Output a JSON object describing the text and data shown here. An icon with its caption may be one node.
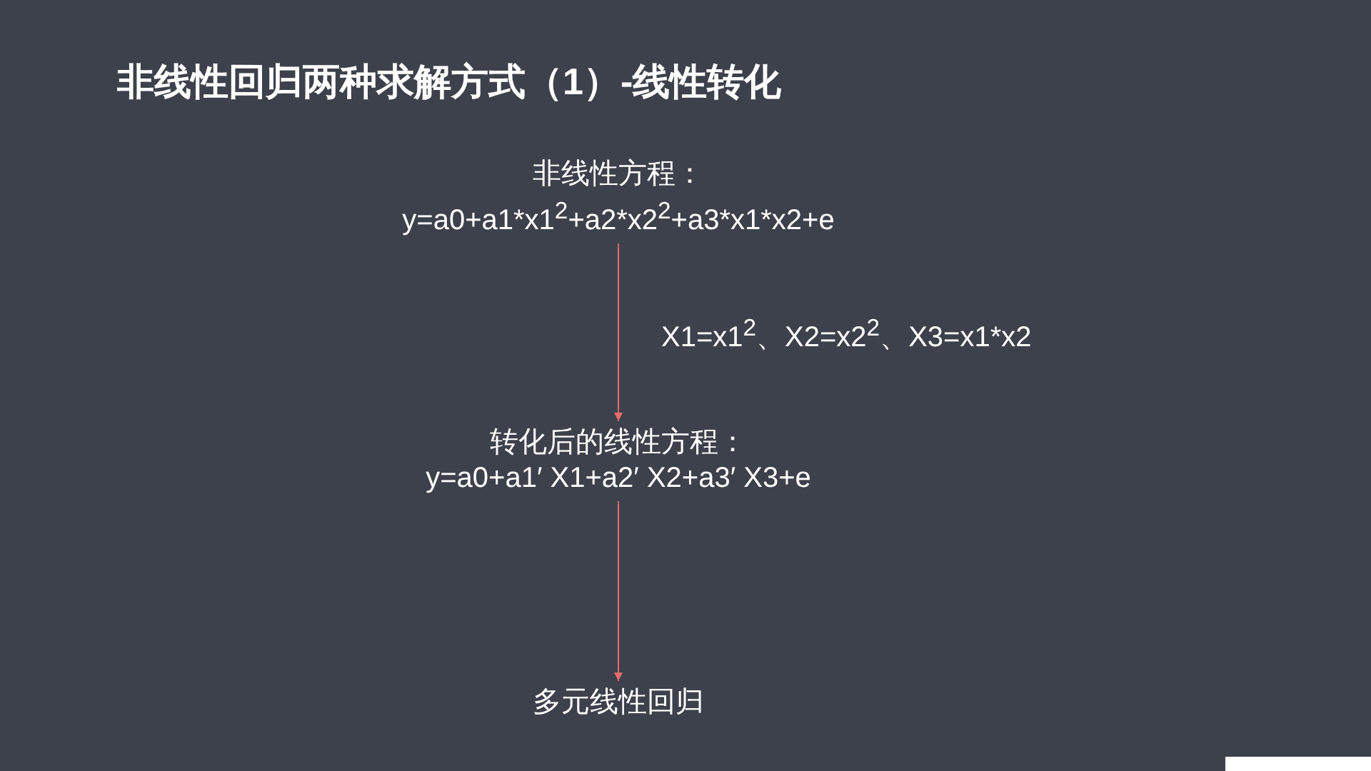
{
  "diagram": {
    "title": "非线性回归两种求解方式（1）-线性转化",
    "nodes": [
      {
        "text": [
          "非线性方程：",
          "y=a0+a1*x1$^{2}$+a2*x2$^{2}$+a3*x1*x2+e"
        ]
      },
      {
        "text": [
          "转化后的线性方程：",
          "y=a0+a1′ X1+a2′ X2+a3′ X3+e"
        ]
      },
      {
        "text": [
          "多元线性回归"
        ]
      }
    ],
    "edges": [
      {
        "from": 0,
        "to": 1,
        "arrow": "to",
        "label": "X1=x1$^{2}$、X2=x2$^{2}$、X3=x1*x2"
      },
      {
        "from": 1,
        "to": 2,
        "arrow": "to"
      }
    ]
  }
}
